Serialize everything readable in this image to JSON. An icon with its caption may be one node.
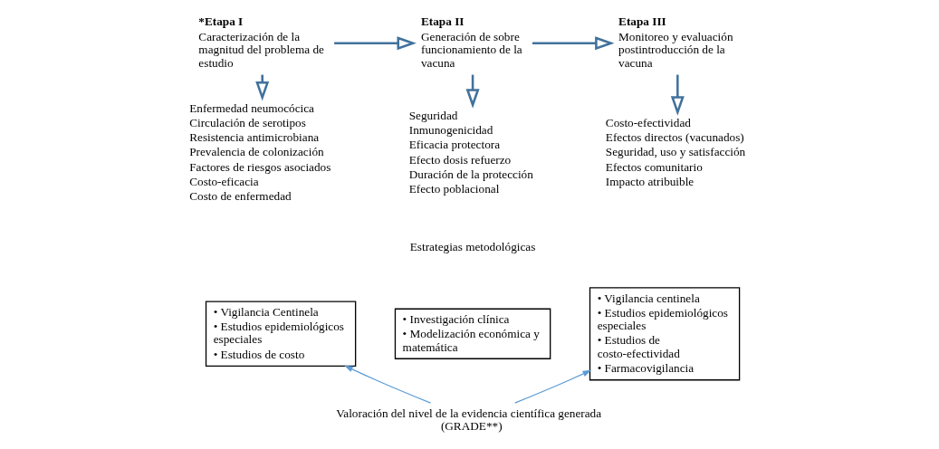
{
  "diagram": {
    "nodes": [
      {
        "text": [
          "*Etapa I",
          "Caracterización de la magnitud del problema de estudio"
        ]
      },
      {
        "text": [
          "Enfermedad neumocócica",
          "Circulación de serotipos",
          "Resistencia antimicrobiana",
          "Prevalencia de colonización",
          "Factores de riesgos asociados",
          "Costo-eficacia",
          "Costo de enfermedad"
        ]
      },
      {
        "text": [
          "Etapa II",
          "Generación de sobre funcionamiento de la vacuna"
        ]
      },
      {
        "text": [
          "Seguridad",
          "Inmunogenicidad",
          "Eficacia protectora",
          "Efecto dosis refuerzo",
          "Duración de la protección",
          "Efecto poblacional"
        ]
      },
      {
        "text": [
          "Etapa III",
          "Monitoreo y evaluación postintroducción de la vacuna"
        ]
      },
      {
        "text": [
          "Costo-efectividad",
          "Efectos directos (vacunados)",
          "Seguridad, uso y satisfacción",
          "Efectos comunitario",
          "Impacto atribuible"
        ]
      },
      {
        "text": [
          "• Vigilancia Centinela",
          "• Estudios epidemiológicos especiales",
          "• Estudios de costo"
        ]
      },
      {
        "text": [
          "• Investigación clínica",
          "• Modelización económica y matemática"
        ]
      },
      {
        "text": [
          "• Vigilancia centinela",
          "• Estudios epidemiológicos especiales",
          "• Estudios de costo-efectividad",
          "• Farmacovigilancia"
        ]
      },
      {
        "text": [
          "Valoración del nivel de la evidencia científica generada (GRADE**)"
        ]
      }
    ],
    "edges": [
      {
        "from": 0,
        "to": 2,
        "arrow": "to"
      },
      {
        "from": 2,
        "to": 4,
        "arrow": "to"
      },
      {
        "from": 0,
        "to": 1,
        "arrow": "to"
      },
      {
        "from": 2,
        "to": 3,
        "arrow": "to"
      },
      {
        "from": 4,
        "to": 5,
        "arrow": "to"
      },
      {
        "from": 9,
        "to": 6,
        "arrow": "to",
        "color": "#5b9bd5"
      },
      {
        "from": 9,
        "to": 8,
        "arrow": "to",
        "color": "#5b9bd5"
      }
    ],
    "labels": [
      "Estrategias metodológicas"
    ]
  }
}
